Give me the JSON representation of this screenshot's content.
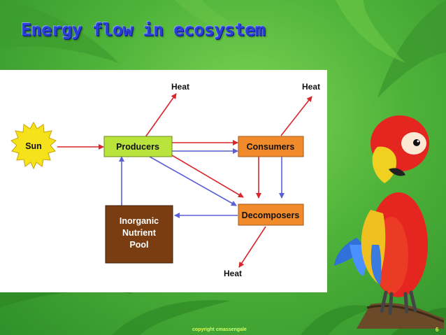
{
  "slide": {
    "title": "Energy flow in ecosystem",
    "footer": "copyright cmassengale",
    "page_number": "6"
  },
  "diagram": {
    "nodes": {
      "sun": "Sun",
      "producers": "Producers",
      "consumers": "Consumers",
      "decomposers": "Decomposers",
      "pool_line1": "Inorganic",
      "pool_line2": "Nutrient",
      "pool_line3": "Pool"
    },
    "heat_labels": {
      "producers": "Heat",
      "consumers": "Heat",
      "decomposers": "Heat"
    },
    "colors": {
      "energy_arrow": "#d9262b",
      "nutrient_arrow": "#5a5fd6",
      "producers_box": "#b8e43c",
      "consumers_box": "#f08a2a",
      "decomposers_box": "#f08a2a",
      "pool_box": "#7a3d12",
      "sun": "#f6e21a"
    }
  }
}
